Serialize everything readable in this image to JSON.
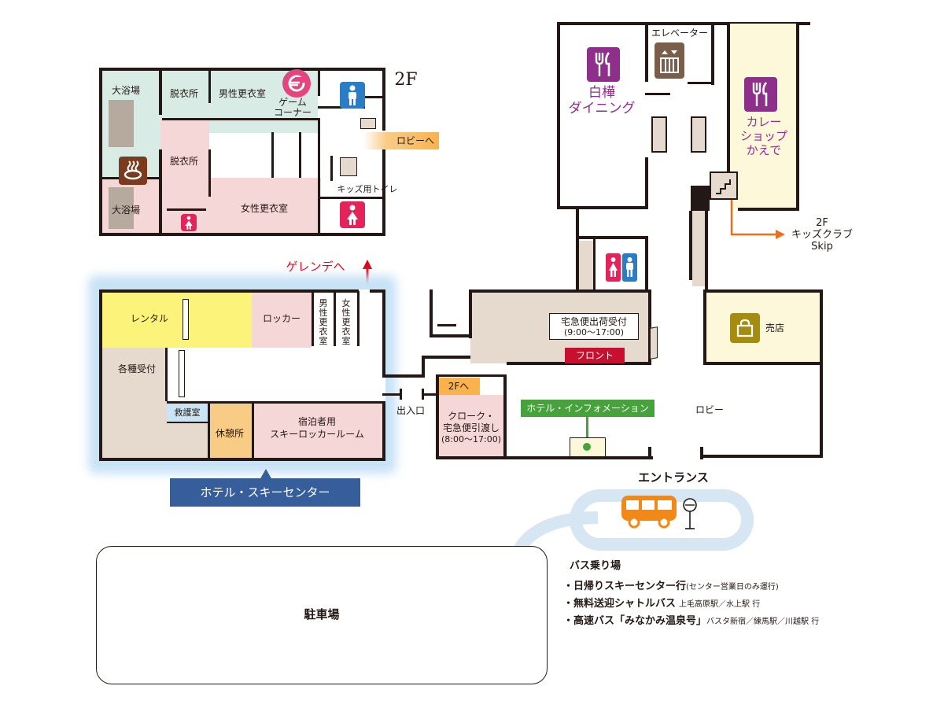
{
  "floor2": {
    "floor_label": "2F",
    "big_bath_top": "大浴場",
    "big_bath_bottom": "大浴場",
    "changing_room_1": "脱衣所",
    "changing_room_2": "脱衣所",
    "mens_locker": "男性更衣室",
    "womens_locker": "女性更衣室",
    "game_corner": "ゲーム\nコーナー",
    "kids_toilet": "キッズ用トイレ",
    "to_lobby": "ロビーへ"
  },
  "to_slopes": "ゲレンデへ",
  "ski_center": {
    "rental": "レンタル",
    "locker": "ロッカー",
    "mens_changing": "男性更衣室",
    "womens_changing": "女性更衣室",
    "reception": "各種受付",
    "first_aid": "救護室",
    "rest_area": "休憩所",
    "guest_ski_locker": "宿泊者用\nスキーロッカールーム",
    "banner": "ホテル・スキーセンター"
  },
  "main": {
    "exit_entrance": "出入口",
    "to_2f": "2Fへ",
    "cloak": "クローク・\n宅急便引渡し",
    "cloak_hours": "(8:00～17:00)",
    "hotel_info": "ホテル・インフォメーション",
    "delivery_desk": "宅急便出荷受付",
    "delivery_hours": "(9:00～17:00)",
    "front": "フロント",
    "lobby": "ロビー",
    "shop": "売店",
    "dining": "白樺\nダイニング",
    "elevator": "エレベーター",
    "curry_shop": "カレー\nショップ\nかえで",
    "kids_club": "2F\nキッズクラブ\nSkip",
    "entrance": "エントランス"
  },
  "parking": "駐車場",
  "bus": {
    "title": "バス乗り場",
    "line1_main": "・日帰りスキーセンター行",
    "line1_sub": "(センター営業日のみ運行)",
    "line2_main": "・無料送迎シャトルバス",
    "line2_sub": "上毛高原駅／水上駅 行",
    "line3_main": "・高速バス「みなかみ温泉号」",
    "line3_sub": "バスタ新宿／練馬駅／川越駅 行"
  },
  "colors": {
    "wall": "#231815",
    "bath_green": "#d9ebe5",
    "women_pink": "#f6d7d7",
    "beige": "#e6d9cd",
    "yellow": "#fbf37a",
    "cream": "#fdf8d9",
    "rest_orange": "#f9cc86",
    "first_aid_blue": "#c9e4f4",
    "ski_banner": "#365e9a",
    "info_green": "#46a23a",
    "front_red": "#c8102e",
    "purple": "#8e2f8b",
    "arrow_orange": "#f09a2c",
    "bus_orange": "#f0891a"
  }
}
